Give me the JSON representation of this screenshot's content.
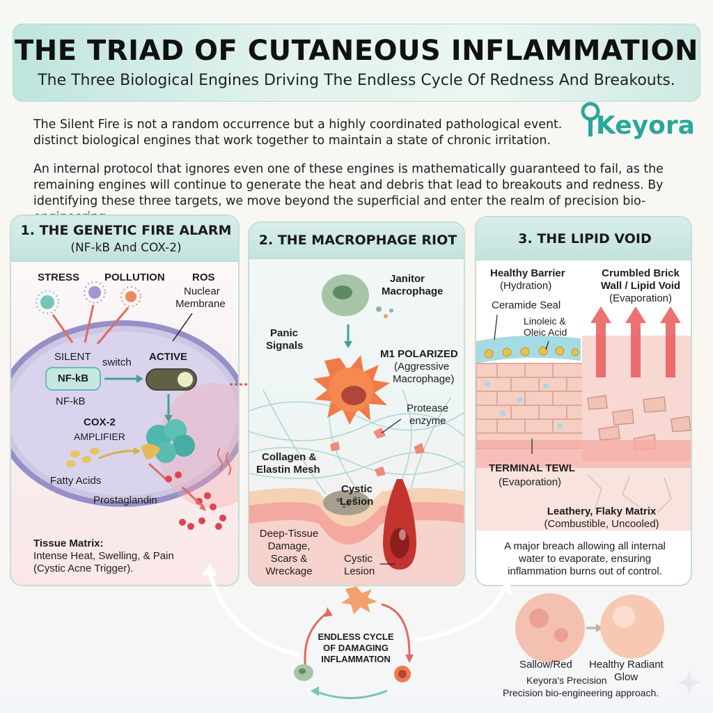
{
  "header": {
    "title": "THE TRIAD OF CUTANEOUS INFLAMMATION",
    "subtitle": "The Three Biological Engines Driving The Endless Cycle Of Redness And Breakouts."
  },
  "brand": {
    "name": "Keyora",
    "color": "#2aa79a"
  },
  "intro": {
    "line1": "The Silent Fire is not a random occurrence but a highly coordinated pathological event.",
    "line2": "distinct biological engines that work together to maintain a state of chronic irritation.",
    "line3": "An internal protocol that ignores even one of these engines is mathematically guaranteed to fail, as the",
    "line4": "remaining engines will continue to generate the heat and debris that lead to breakouts and redness. By",
    "line5": "identifying these three targets, we move beyond the superficial and enter the realm of precision bio-engineering."
  },
  "panel1": {
    "title": "1. THE GENETIC FIRE ALARM",
    "subtitle": "(NF-kB And COX-2)",
    "stress": "STRESS",
    "pollution": "POLLUTION",
    "ros": "ROS",
    "nuclear": "Nuclear",
    "membrane": "Membrane",
    "silent": "SILENT",
    "switch": "switch",
    "active": "ACTIVE",
    "nfkb_box": "NF-kB",
    "nfkb_label": "NF-kB",
    "cox2": "COX-2",
    "amplifier": "AMPLIFIER",
    "fatty_acids": "Fatty Acids",
    "prostaglandin": "Prostaglandin",
    "tissue_title": "Tissue Matrix:",
    "tissue_line1": "Intense Heat, Swelling, & Pain",
    "tissue_line2": "(Cystic Acne Trigger)."
  },
  "panel2": {
    "title": "2. THE MACROPHAGE RIOT",
    "janitor1": "Janitor",
    "janitor2": "Macrophage",
    "panic1": "Panic",
    "panic2": "Signals",
    "m1": "M1 POLARIZED",
    "m1_sub1": "(Aggressive",
    "m1_sub2": "Macrophage)",
    "protease1": "Protease",
    "protease2": "enzyme",
    "collagen1": "Collagen &",
    "collagen2": "Elastin Mesh",
    "cystic1": "Cystic",
    "cystic2": "Lesion",
    "damage1": "Deep-Tissue",
    "damage2": "Damage,",
    "damage3": "Scars &",
    "damage4": "Wreckage",
    "cystic_b1": "Cystic",
    "cystic_b2": "Lesion"
  },
  "panel3": {
    "title": "3. THE LIPID VOID",
    "healthy1": "Healthy Barrier",
    "healthy2": "(Hydration)",
    "crumbled1": "Crumbled Brick",
    "crumbled2": "Wall / Lipid Void",
    "crumbled3": "(Evaporation)",
    "ceramide": "Ceramide Seal",
    "linoleic1": "Linoleic &",
    "linoleic2": "Oleic Acid",
    "tewl1": "TERMINAL TEWL",
    "tewl2": "(Evaporation)",
    "leathery1": "Leathery, Flaky Matrix",
    "leathery2": "(Combustible, Uncooled)",
    "breach1": "A major breach allowing all internal",
    "breach2": "water to evaporate, ensuring",
    "breach3": "inflammation burns out of control."
  },
  "cycle": {
    "line1": "ENDLESS CYCLE",
    "line2": "OF DAMAGING",
    "line3": "INFLAMMATION"
  },
  "result": {
    "before": "Sallow/Red",
    "after1": "Healthy Radiant",
    "after2": "Glow",
    "caption1": "Keyora's Precision",
    "caption2": "Precision bio-engineering approach."
  }
}
